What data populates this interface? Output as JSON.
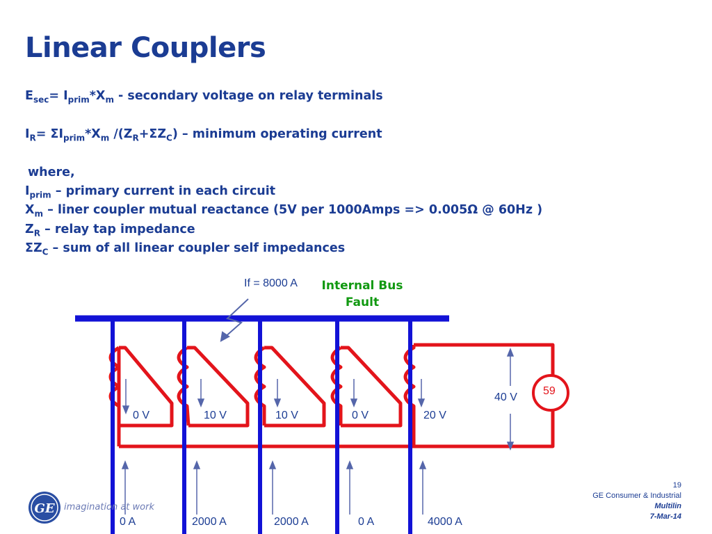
{
  "slide": {
    "title": "Linear Couplers",
    "page_number": "19",
    "company": "GE Consumer & Industrial",
    "brand": "Multilin",
    "date": "7-Mar-14",
    "logo_text": "GE",
    "tagline": "imagination at work"
  },
  "formulas": {
    "esec_e": "E",
    "esec_sub": "sec",
    "esec_eq": "= I",
    "esec_prim": "prim",
    "esec_x": "*X",
    "esec_m": "m",
    "esec_desc": " - secondary voltage on relay terminals",
    "ir_i": "I",
    "ir_sub": "R",
    "ir_eq": "= ΣI",
    "ir_prim": "prim",
    "ir_x": "*X",
    "ir_m": "m",
    "ir_div": " /(Z",
    "ir_r": "R",
    "ir_plus": "+ΣZ",
    "ir_c": "C",
    "ir_close": ")",
    "ir_desc": " – minimum operating current",
    "where": "where,",
    "def1_sym": "I",
    "def1_sub": "prim",
    "def1_text": " – primary current in each circuit",
    "def2_sym": "X",
    "def2_sub": "m",
    "def2_text": " – liner coupler mutual reactance (5V per 1000Amps => 0.005Ω @ 60Hz )",
    "def3_sym": "Z",
    "def3_sub": "R",
    "def3_text": " – relay tap impedance",
    "def4_sym": "ΣZ",
    "def4_sub": "C",
    "def4_text": " – sum of all linear coupler self impedances"
  },
  "diagram": {
    "fault_current": "If = 8000 A",
    "fault_label_line1": "Internal Bus",
    "fault_label_line2": "Fault",
    "coupler_voltages": [
      "0 V",
      "10 V",
      "10 V",
      "0 V",
      "20 V"
    ],
    "relay_voltage": "40 V",
    "relay_label": "59",
    "circuit_currents": [
      "0 A",
      "2000 A",
      "2000 A",
      "0 A",
      "4000 A"
    ],
    "colors": {
      "bus": "#1212d6",
      "circuit": "#e3141b",
      "text": "#1b3c93",
      "fault": "#119911"
    }
  }
}
